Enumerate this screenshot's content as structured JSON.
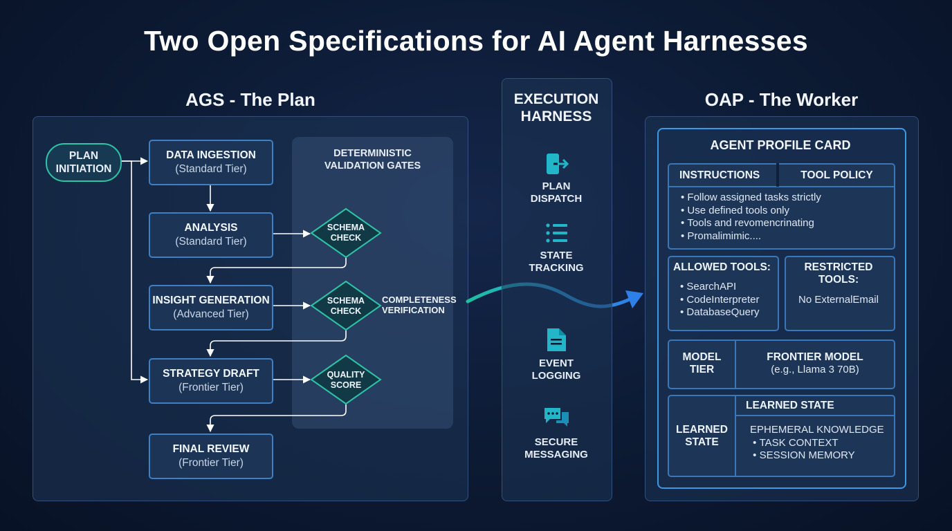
{
  "title": "Two Open Specifications for AI Agent Harnesses",
  "ags": {
    "title": "AGS - The Plan",
    "initiation": [
      "PLAN",
      "INITIATION"
    ],
    "nodes": [
      {
        "name": "DATA INGESTION",
        "tier": "(Standard Tier)"
      },
      {
        "name": "ANALYSIS",
        "tier": "(Standard Tier)"
      },
      {
        "name": "INSIGHT GENERATION",
        "tier": "(Advanced Tier)"
      },
      {
        "name": "STRATEGY DRAFT",
        "tier": "(Frontier Tier)"
      },
      {
        "name": "FINAL REVIEW",
        "tier": "(Frontier Tier)"
      }
    ],
    "gates_title": [
      "DETERMINISTIC",
      "VALIDATION GATES"
    ],
    "gates": [
      [
        "SCHEMA",
        "CHECK"
      ],
      [
        "SCHEMA",
        "CHECK"
      ],
      [
        "QUALITY",
        "SCORE"
      ]
    ],
    "completeness": [
      "COMPLETENESS",
      "VERIFICATION"
    ]
  },
  "harness": {
    "title": [
      "EXECUTION",
      "HARNESS"
    ],
    "items": [
      {
        "icon": "plan-dispatch-icon",
        "label": [
          "PLAN",
          "DISPATCH"
        ]
      },
      {
        "icon": "list-icon",
        "label": [
          "STATE",
          "TRACKING"
        ]
      },
      {
        "icon": "document-icon",
        "label": [
          "EVENT",
          "LOGGING"
        ]
      },
      {
        "icon": "chat-icon",
        "label": [
          "SECURE",
          "MESSAGING"
        ]
      }
    ]
  },
  "oap": {
    "title": "OAP - The Worker",
    "card_title": "AGENT PROFILE CARD",
    "instructions_header": "INSTRUCTIONS",
    "tool_policy_header": "TOOL POLICY",
    "instructions": [
      "Follow assigned tasks strictly",
      "Use defined tools only",
      "Tools and revomencrinating",
      "Promalimimic...."
    ],
    "allowed_header": "ALLOWED TOOLS:",
    "allowed": [
      "SearchAPI",
      "CodeInterpreter",
      "DatabaseQuery"
    ],
    "restricted_header": [
      "RESTRICTED",
      "TOOLS:"
    ],
    "restricted": "No ExternalEmail",
    "model_tier_label": [
      "MODEL",
      "TIER"
    ],
    "model_name": "FRONTIER MODEL",
    "model_example": "(e.g., Llama 3 70B)",
    "learned_label": [
      "LEARNED",
      "STATE"
    ],
    "learned_header": "LEARNED STATE",
    "learned_sub": "EPHEMERAL KNOWLEDGE",
    "learned_items": [
      "TASK CONTEXT",
      "SESSION MEMORY"
    ]
  },
  "colors": {
    "node_border": "#3f7fc4",
    "gate": "#2ec4a6",
    "accent_blue": "#3b9ae8",
    "background": "#0c1a33"
  }
}
